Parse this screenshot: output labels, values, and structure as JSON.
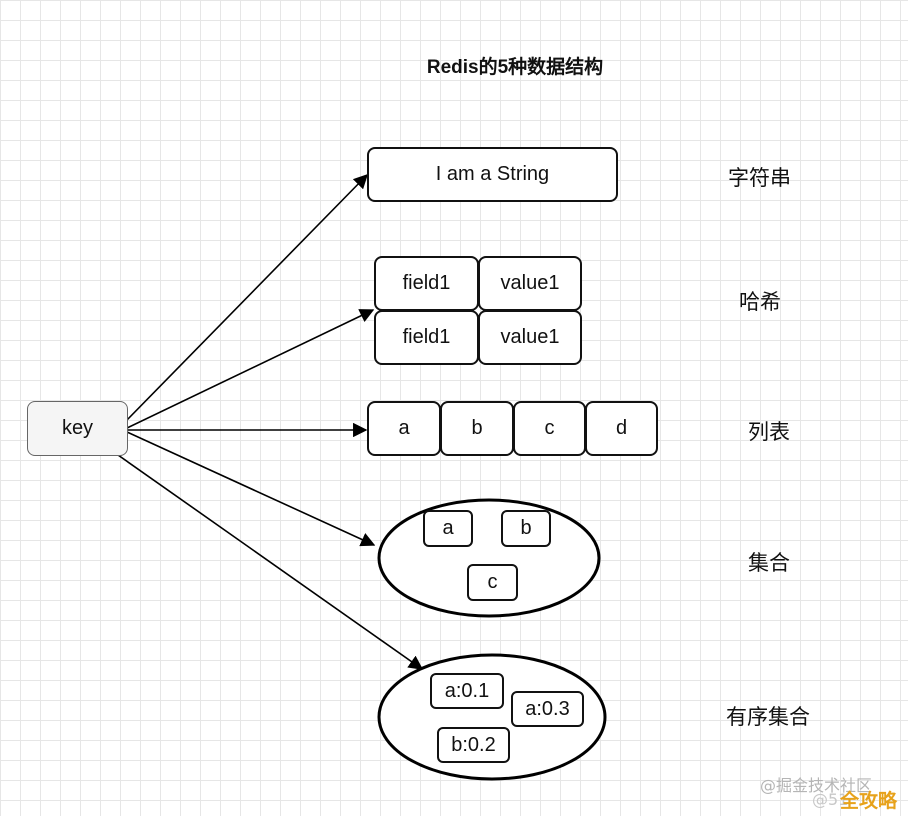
{
  "title": "Redis的5种数据结构",
  "key_label": "key",
  "string": {
    "value": "I am a String",
    "label": "字符串"
  },
  "hash": {
    "rows": [
      {
        "field": "field1",
        "value": "value1"
      },
      {
        "field": "field1",
        "value": "value1"
      }
    ],
    "label": "哈希"
  },
  "list": {
    "items": [
      "a",
      "b",
      "c",
      "d"
    ],
    "label": "列表"
  },
  "set": {
    "items": [
      "a",
      "b",
      "c"
    ],
    "label": "集合"
  },
  "zset": {
    "items": [
      "a:0.1",
      "a:0.3",
      "b:0.2"
    ],
    "label": "有序集合"
  },
  "watermark": {
    "site": "@掘金技术社区",
    "num": "@51",
    "brand": "全攻略",
    "brand_color": "#e7a21b"
  }
}
